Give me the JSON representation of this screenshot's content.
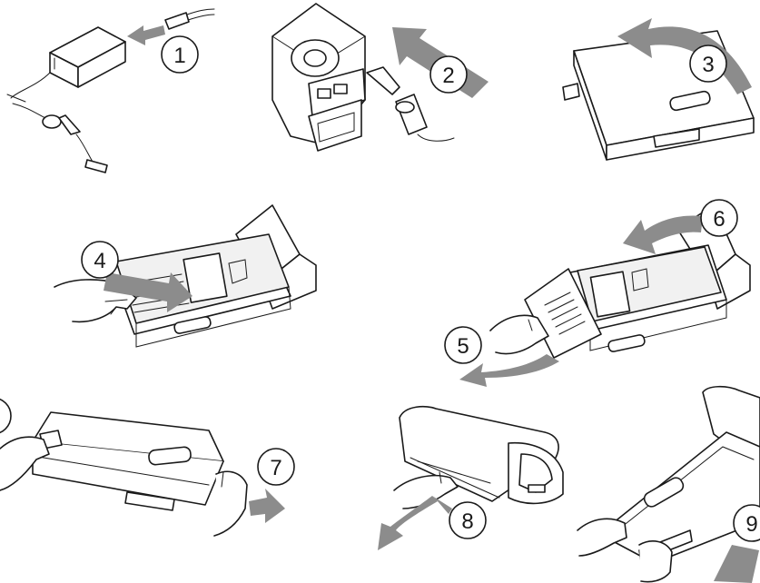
{
  "steps": [
    {
      "number": "1",
      "arrow_color": "#8c8c8c"
    },
    {
      "number": "2",
      "arrow_color": "#8c8c8c"
    },
    {
      "number": "3",
      "arrow_color": "#8c8c8c"
    },
    {
      "number": "4",
      "arrow_color": "#8c8c8c"
    },
    {
      "number": "5",
      "arrow_color": "#8c8c8c"
    },
    {
      "number": "6",
      "arrow_color": "#8c8c8c"
    },
    {
      "number": "7",
      "arrow_color": "#8c8c8c"
    },
    {
      "number": "8",
      "arrow_color": "#8c8c8c"
    },
    {
      "number": "9",
      "arrow_color": "#8c8c8c"
    }
  ],
  "colors": {
    "line": "#1a1a1a",
    "arrow": "#8c8c8c",
    "background": "#ffffff"
  }
}
